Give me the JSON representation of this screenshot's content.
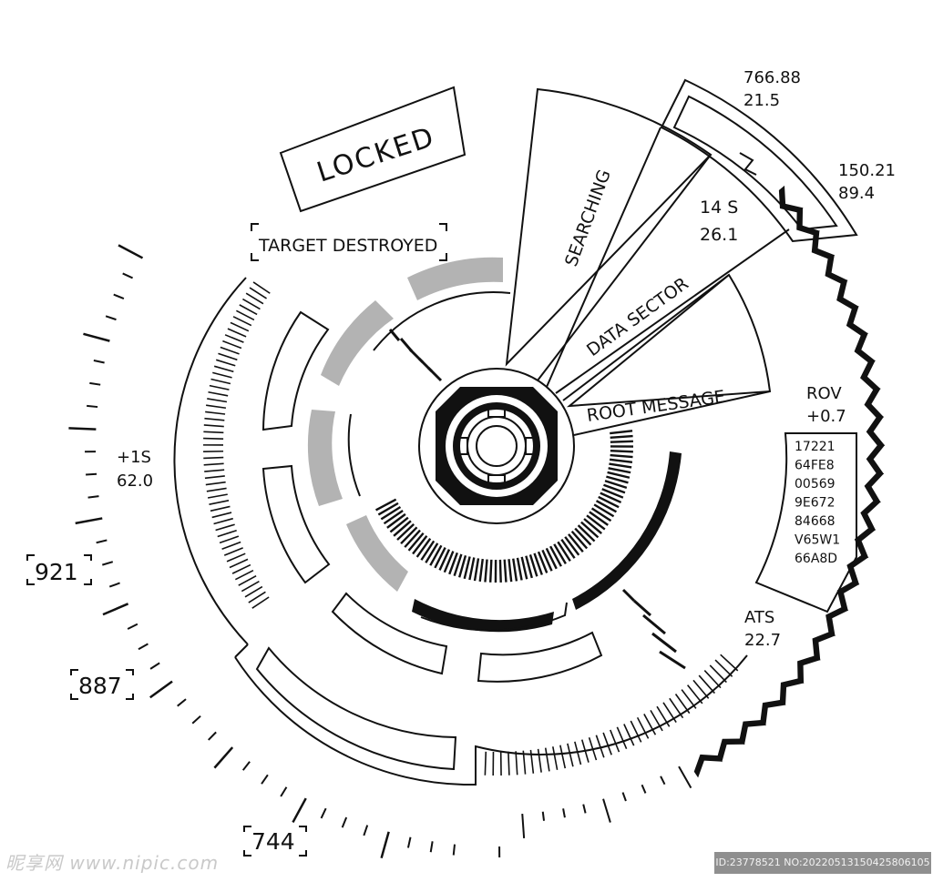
{
  "labels": {
    "locked": "LOCKED",
    "target_destroyed": "TARGET DESTROYED",
    "searching": "SEARCHING",
    "data_sector": "DATA SECTOR",
    "root_message": "ROOT MESSAGE"
  },
  "readouts": {
    "top_a1": "766.88",
    "top_a2": "21.5",
    "top_b1": "150.21",
    "top_b2": "89.4",
    "mid1": "14 S",
    "mid2": "26.1",
    "rov_label": "ROV",
    "rov_value": "+0.7",
    "ats_label": "ATS",
    "ats_value": "22.7",
    "left_label": "+1S",
    "left_value": "62.0"
  },
  "codes": [
    "17221",
    "64FE8",
    "00569",
    "9E672",
    "84668",
    "V65W1",
    "66A8D"
  ],
  "brackets": [
    "921",
    "887",
    "744"
  ],
  "watermark": {
    "left": "昵享网 www.nipic.com",
    "right": "ID:23778521 NO:20220513150425806105"
  }
}
